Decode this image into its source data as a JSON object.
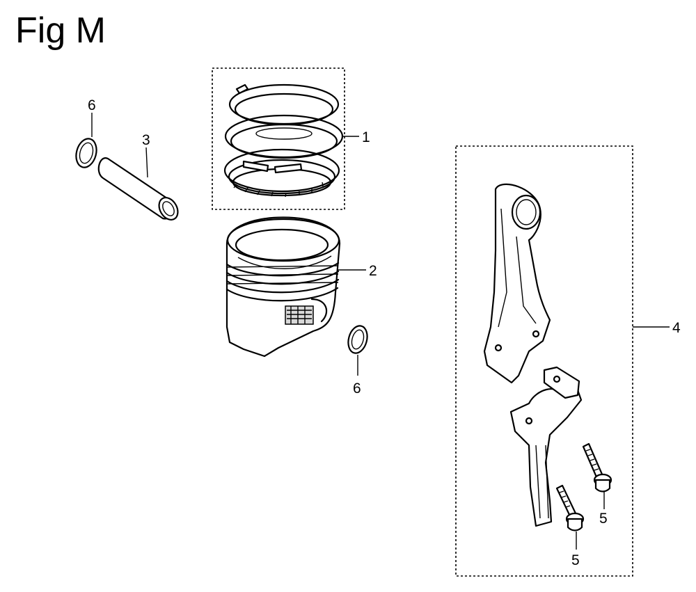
{
  "title": "Fig M",
  "callouts": {
    "piston_rings": "1",
    "piston": "2",
    "piston_pin": "3",
    "connecting_rod_assy": "4",
    "rod_bolt_a": "5",
    "rod_bolt_b": "5",
    "clip_left": "6",
    "clip_right": "6"
  }
}
